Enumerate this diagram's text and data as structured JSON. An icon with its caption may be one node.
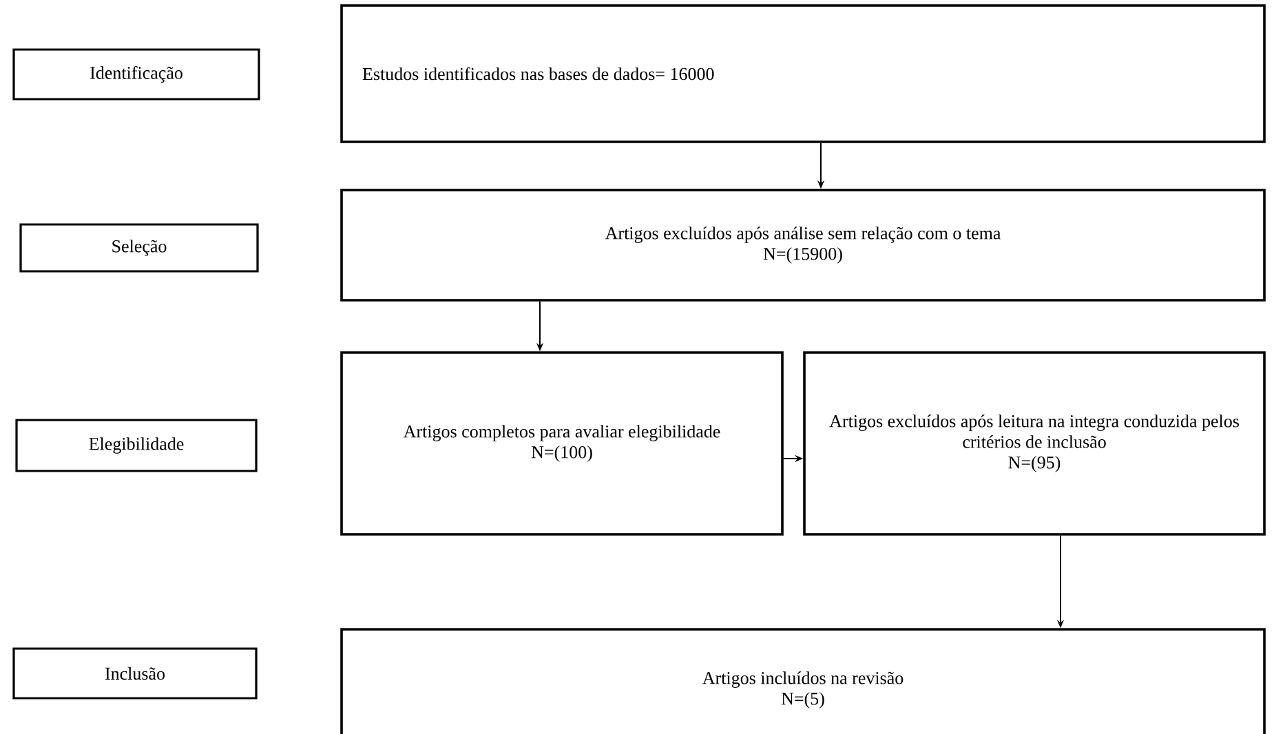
{
  "diagram": {
    "nodes": [
      {
        "text": [
          "Identificação"
        ]
      },
      {
        "text": [
          "Estudos identificados nas bases de dados= 16000"
        ]
      },
      {
        "text": [
          "Seleção"
        ]
      },
      {
        "text": [
          "Artigos excluídos após análise sem relação com o tema",
          "N=(15900)"
        ]
      },
      {
        "text": [
          "Elegibilidade"
        ]
      },
      {
        "text": [
          "Artigos completos para avaliar elegibilidade",
          "N=(100)"
        ]
      },
      {
        "text": [
          "Artigos excluídos após leitura na integra conduzida pelos critérios de inclusão",
          "N=(95)"
        ]
      },
      {
        "text": [
          "Inclusão"
        ]
      },
      {
        "text": [
          "Artigos incluídos na revisão",
          "N=(5)"
        ]
      }
    ],
    "edges": [
      {
        "from": 1,
        "to": 3,
        "arrow": "to"
      },
      {
        "from": 3,
        "to": 5,
        "arrow": "to"
      },
      {
        "from": 5,
        "to": 6,
        "arrow": "to"
      },
      {
        "from": 6,
        "to": 8,
        "arrow": "to"
      }
    ]
  }
}
